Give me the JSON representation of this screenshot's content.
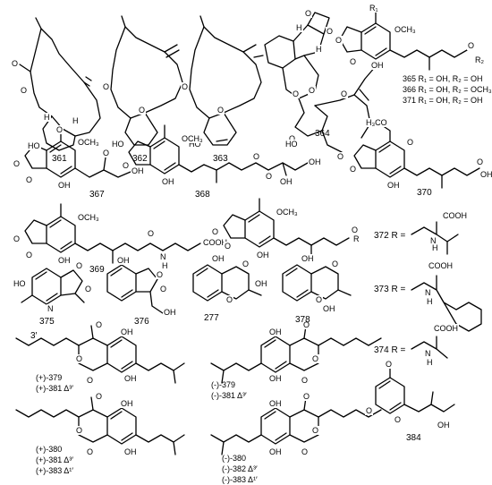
{
  "compounds": [
    {
      "id": "361",
      "label": "361"
    },
    {
      "id": "362",
      "label": "362"
    },
    {
      "id": "363",
      "label": "363"
    },
    {
      "id": "364",
      "label": "364"
    },
    {
      "id": "367",
      "label": "367"
    },
    {
      "id": "368",
      "label": "368"
    },
    {
      "id": "370",
      "label": "370"
    },
    {
      "id": "369",
      "label": "369"
    },
    {
      "id": "375",
      "label": "375"
    },
    {
      "id": "376",
      "label": "376"
    },
    {
      "id": "277",
      "label": "277"
    },
    {
      "id": "378",
      "label": "378"
    },
    {
      "id": "384",
      "label": "384"
    }
  ],
  "substituent_table_365": [
    "365 R₁ = OH, R₂ = OH",
    "366 R₁ = OH, R₂ = OCH₃",
    "371 R₁ = OH, R₂ = OH"
  ],
  "r_groups": [
    {
      "id": "372",
      "label": "372 R ="
    },
    {
      "id": "373",
      "label": "373 R ="
    },
    {
      "id": "374",
      "label": "374 R ="
    }
  ],
  "stereo_labels": {
    "a": [
      "(+)-379",
      "(+)-381 Δ³′"
    ],
    "b": [
      "(-)-379",
      "(-)-381 Δ³′"
    ],
    "c": [
      "(+)-380",
      "(+)-381 Δ³′",
      "(+)-383 Δ¹′"
    ],
    "d": [
      "(-)-380",
      "(-)-382 Δ³′",
      "(-)-383 Δ¹′"
    ]
  },
  "position_marker": "3′",
  "atoms": {
    "O": "O",
    "OH": "OH",
    "HO": "HO",
    "H": "H",
    "N": "N",
    "R": "R",
    "R1": "R₁",
    "R2": "R₂",
    "OCH3": "OCH₃",
    "H3CO": "H₃CO",
    "COOH": "COOH",
    "NH": "N",
    "H_small": "H"
  }
}
